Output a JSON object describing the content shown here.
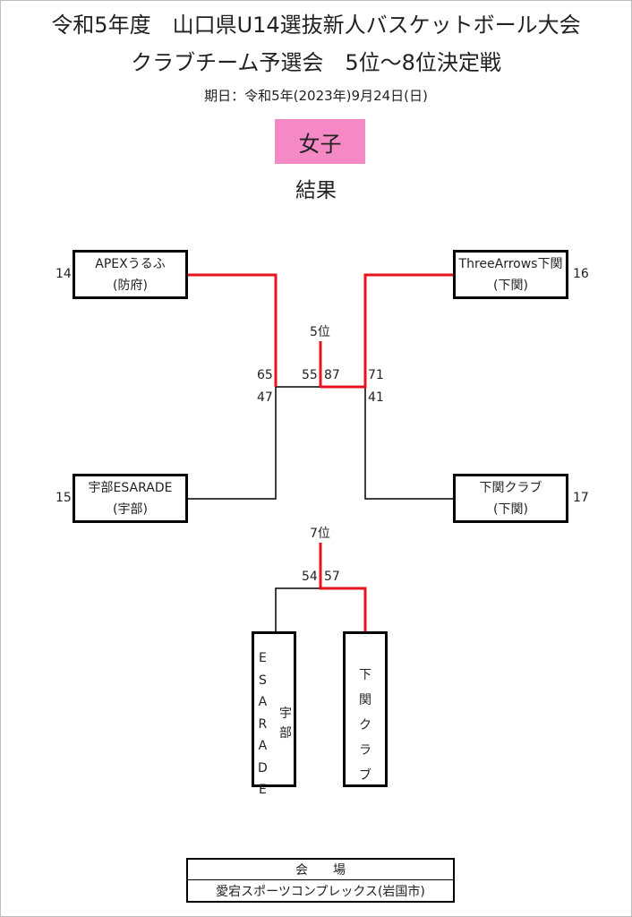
{
  "title": "令和5年度　山口県U14選抜新人バスケットボール大会",
  "subtitle": "クラブチーム予選会　5位～8位決定戦",
  "date": "期日：令和5年(2023年)9月24日(日)",
  "category": "女子",
  "result_label": "結果",
  "colors": {
    "category_bg": "#f589c6",
    "winner_line": "#e8141d",
    "line": "#000000"
  },
  "teams": {
    "a": {
      "seed": "14",
      "name": "APEXうるふ",
      "area": "(防府)"
    },
    "b": {
      "seed": "16",
      "name": "ThreeArrows下関",
      "area": "(下関)"
    },
    "c": {
      "seed": "15",
      "name": "宇部ESARADE",
      "area": "(宇部)"
    },
    "d": {
      "seed": "17",
      "name": "下関クラブ",
      "area": "(下関)"
    },
    "e": {
      "name_chars": [
        "E",
        "S",
        "A",
        "R",
        "A",
        "D",
        "E"
      ],
      "area_chars": [
        "宇",
        "部"
      ]
    },
    "f": {
      "name_chars": [
        "下",
        "関",
        "ク",
        "ラ",
        "ブ"
      ]
    }
  },
  "scores": {
    "left_semi": {
      "top": "65",
      "bottom": "47"
    },
    "right_semi": {
      "top": "71",
      "bottom": "41"
    },
    "final_5th": {
      "left": "55",
      "right": "87"
    },
    "final_7th": {
      "left": "54",
      "right": "57"
    }
  },
  "places": {
    "fifth": "5位",
    "seventh": "7位"
  },
  "venue": {
    "label": "会　　場",
    "name": "愛宕スポーツコンプレックス(岩国市)"
  }
}
